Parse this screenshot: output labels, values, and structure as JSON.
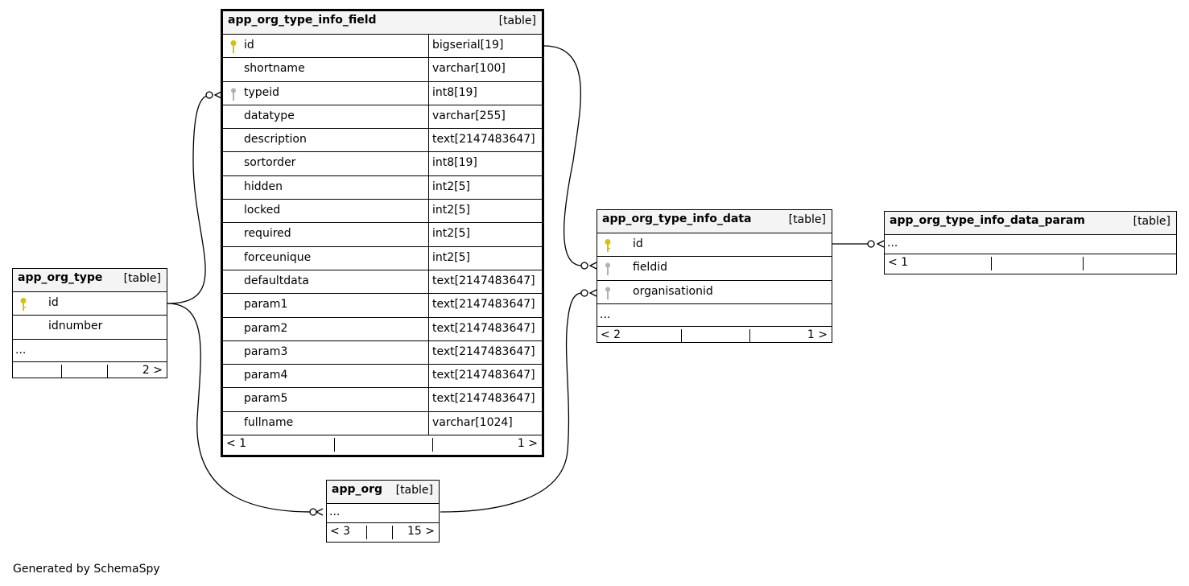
{
  "tables": {
    "app_org_type_info_field": {
      "name": "app_org_type_info_field",
      "kind": "[table]",
      "columns": [
        {
          "name": "id",
          "type": "bigserial[19]"
        },
        {
          "name": "shortname",
          "type": "varchar[100]"
        },
        {
          "name": "typeid",
          "type": "int8[19]"
        },
        {
          "name": "datatype",
          "type": "varchar[255]"
        },
        {
          "name": "description",
          "type": "text[2147483647]"
        },
        {
          "name": "sortorder",
          "type": "int8[19]"
        },
        {
          "name": "hidden",
          "type": "int2[5]"
        },
        {
          "name": "locked",
          "type": "int2[5]"
        },
        {
          "name": "required",
          "type": "int2[5]"
        },
        {
          "name": "forceunique",
          "type": "int2[5]"
        },
        {
          "name": "defaultdata",
          "type": "text[2147483647]"
        },
        {
          "name": "param1",
          "type": "text[2147483647]"
        },
        {
          "name": "param2",
          "type": "text[2147483647]"
        },
        {
          "name": "param3",
          "type": "text[2147483647]"
        },
        {
          "name": "param4",
          "type": "text[2147483647]"
        },
        {
          "name": "param5",
          "type": "text[2147483647]"
        },
        {
          "name": "fullname",
          "type": "varchar[1024]"
        }
      ],
      "footer_left": "< 1",
      "footer_right": "1 >"
    },
    "app_org_type": {
      "name": "app_org_type",
      "kind": "[table]",
      "columns": [
        {
          "name": "id"
        },
        {
          "name": "idnumber"
        }
      ],
      "more": "...",
      "footer_left": "",
      "footer_right": "2 >"
    },
    "app_org_type_info_data": {
      "name": "app_org_type_info_data",
      "kind": "[table]",
      "columns": [
        {
          "name": "id"
        },
        {
          "name": "fieldid"
        },
        {
          "name": "organisationid"
        }
      ],
      "more": "...",
      "footer_left": "< 2",
      "footer_right": "1 >"
    },
    "app_org_type_info_data_param": {
      "name": "app_org_type_info_data_param",
      "kind": "[table]",
      "more": "...",
      "footer_left": "< 1",
      "footer_right": ""
    },
    "app_org": {
      "name": "app_org",
      "kind": "[table]",
      "more": "...",
      "footer_left": "< 3",
      "footer_right": "15 >"
    }
  },
  "icons": {
    "primary_key": "key-icon (yellow)",
    "foreign_key": "key-icon (grey)"
  },
  "colors": {
    "primary_key": "#d4c20a",
    "foreign_key": "#b0b0b0",
    "header_bg": "#f4f4f4"
  },
  "credit": "Generated by SchemaSpy"
}
